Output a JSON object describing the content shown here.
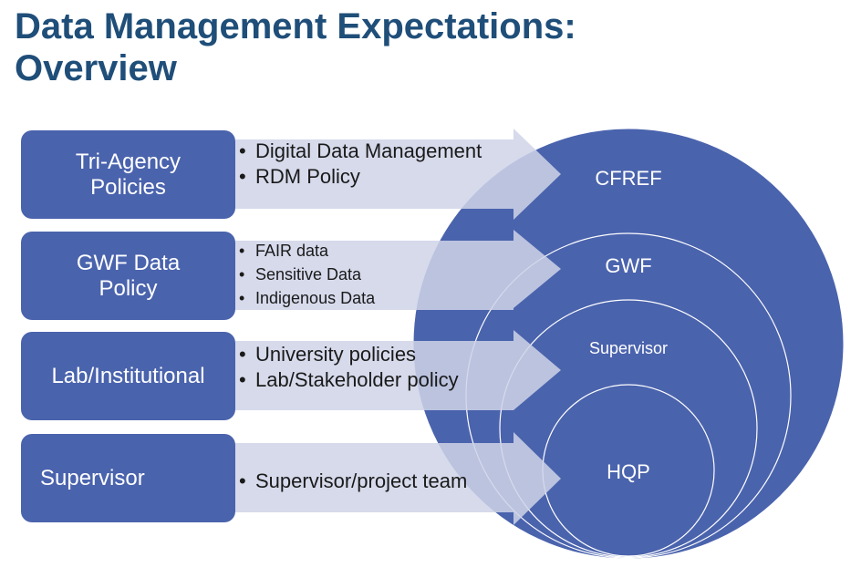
{
  "slide": {
    "title_line1": "Data Management Expectations:",
    "title_line2": "Overview"
  },
  "colors": {
    "title": "#1f4e79",
    "box_fill": "#4a63ad",
    "circle_fill": "#4a63ad",
    "arrow_fill": "#d0d5e8",
    "circle_stroke": "#ffffff"
  },
  "rows": [
    {
      "box_lines": [
        "Tri-Agency",
        "Policies"
      ],
      "bullets": [
        "Digital Data Management",
        "RDM Policy"
      ]
    },
    {
      "box_lines": [
        "GWF Data",
        "Policy"
      ],
      "bullets": [
        "FAIR data",
        "Sensitive Data",
        "Indigenous  Data"
      ]
    },
    {
      "box_lines": [
        "Lab/Institutional"
      ],
      "bullets": [
        "University policies",
        "Lab/Stakeholder policy"
      ]
    },
    {
      "box_lines": [
        "Supervisor"
      ],
      "bullets": [
        "Supervisor/project team"
      ]
    }
  ],
  "circles": {
    "cfref": "CFREF",
    "gwf": "GWF",
    "supervisor": "Supervisor",
    "hqp": "HQP"
  }
}
